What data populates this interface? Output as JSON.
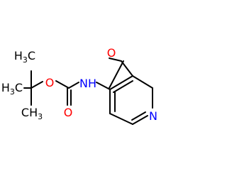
{
  "structure": {
    "atoms": {
      "o_formyl": "O",
      "n_amide": "NH",
      "o_ester": "O",
      "o_carbonyl": "O",
      "n_ring": "N",
      "methyl_1": "H",
      "methyl_1_sub": "3",
      "methyl_1_c": "C",
      "methyl_2": "H",
      "methyl_2_sub": "3",
      "methyl_2_c": "C",
      "methyl_3_c": "C",
      "methyl_3": "H",
      "methyl_3_sub": "3"
    }
  },
  "colors": {
    "bond": "#000000",
    "oxygen": "#ff0000",
    "nitrogen": "#0000ff",
    "carbon_label": "#000000"
  }
}
